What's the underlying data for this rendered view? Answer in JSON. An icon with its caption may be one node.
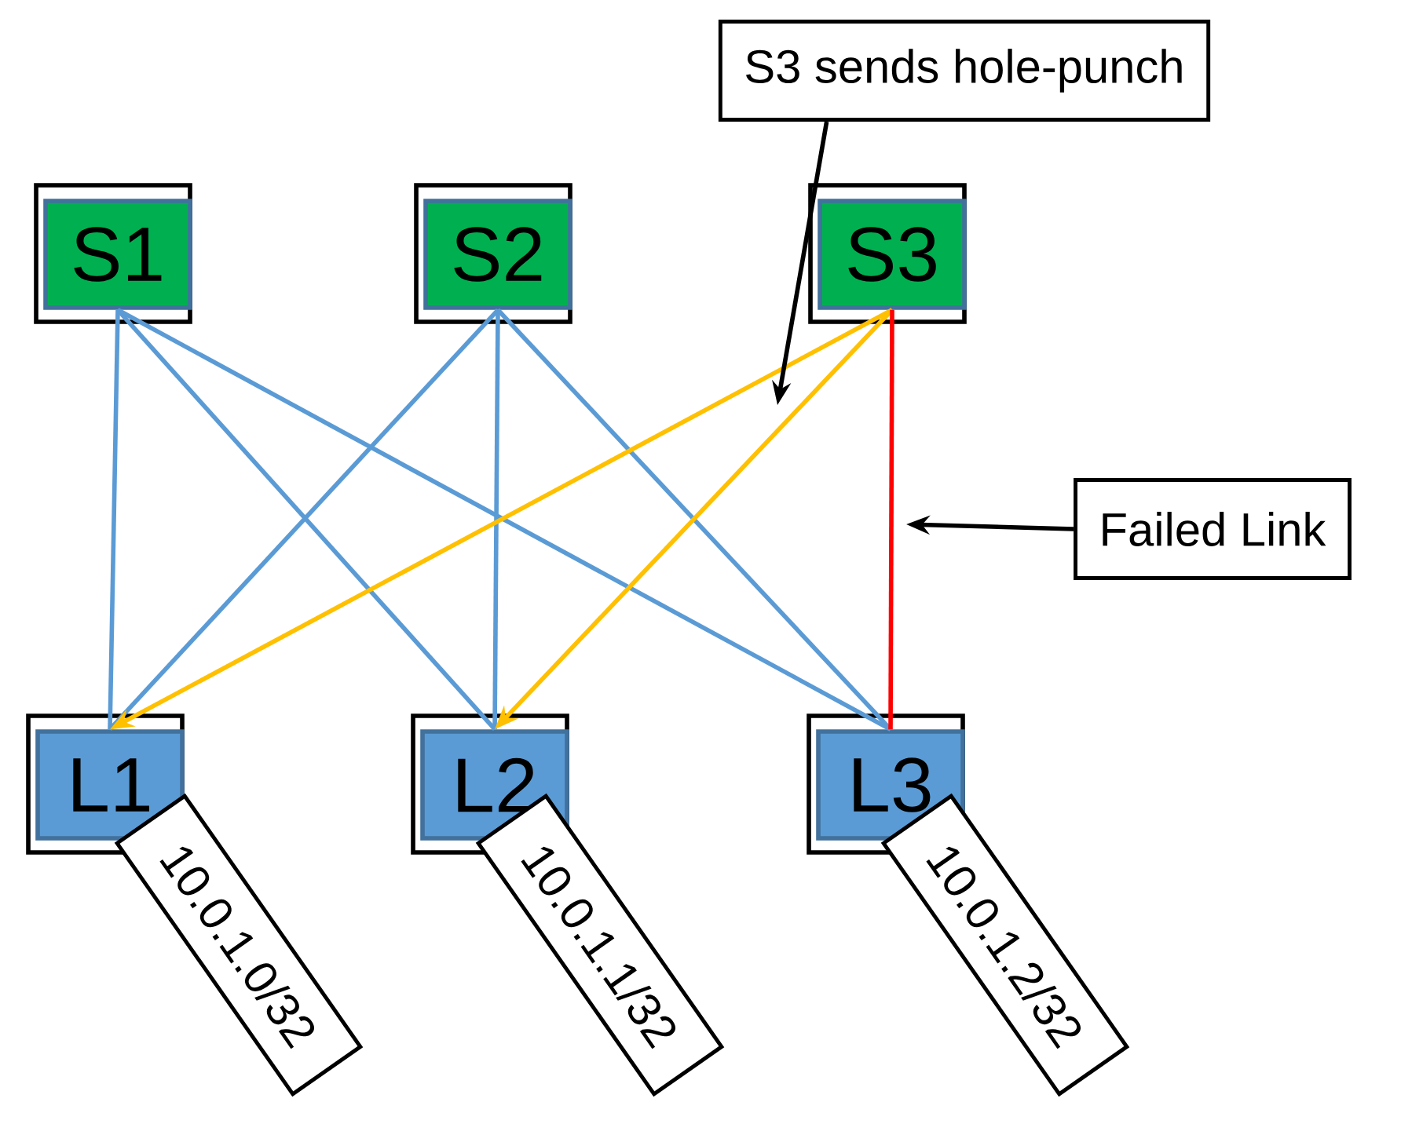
{
  "diagram": {
    "nodes": [
      {
        "text": [
          "S3 sends hole-punch"
        ]
      },
      {
        "text": [
          "S1"
        ]
      },
      {
        "text": [
          "S2"
        ]
      },
      {
        "text": [
          "S3"
        ]
      },
      {
        "text": [
          "Failed Link"
        ]
      },
      {
        "text": [
          "L1"
        ]
      },
      {
        "text": [
          "L2"
        ]
      },
      {
        "text": [
          "L3"
        ]
      },
      {
        "text": [
          "10.0.1.0/32"
        ]
      },
      {
        "text": [
          "10.0.1.1/32"
        ]
      },
      {
        "text": [
          "10.0.1.2/32"
        ]
      }
    ],
    "edges": [
      {
        "from": 1,
        "to": 5,
        "arrow": "none"
      },
      {
        "from": 1,
        "to": 6,
        "arrow": "none"
      },
      {
        "from": 1,
        "to": 7,
        "arrow": "none"
      },
      {
        "from": 2,
        "to": 5,
        "arrow": "none"
      },
      {
        "from": 2,
        "to": 6,
        "arrow": "none"
      },
      {
        "from": 2,
        "to": 7,
        "arrow": "none"
      },
      {
        "from": 3,
        "to": 5,
        "arrow": "to",
        "color": "#ffc000"
      },
      {
        "from": 3,
        "to": 6,
        "arrow": "to",
        "color": "#ffc000"
      },
      {
        "from": 3,
        "to": 7,
        "arrow": "none",
        "color": "#ff0000"
      },
      {
        "from": 0,
        "to": null,
        "arrow": "to",
        "color": "#000000"
      },
      {
        "from": 4,
        "to": null,
        "arrow": "to",
        "color": "#000000"
      }
    ]
  }
}
